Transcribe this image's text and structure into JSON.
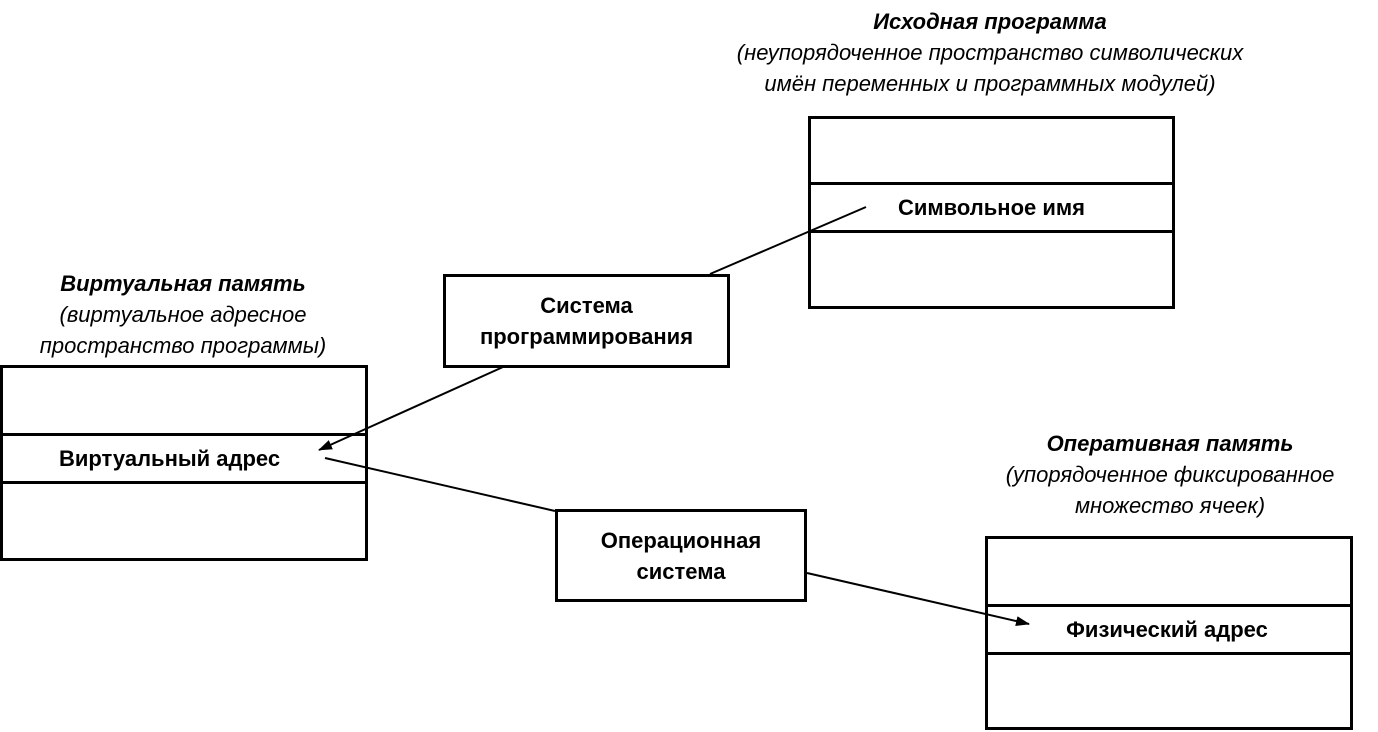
{
  "source_program": {
    "title": "Исходная программа",
    "subtitle_line1": "(неупорядоченное пространство символических",
    "subtitle_line2": "имён переменных и программных модулей)",
    "cell_label": "Символьное имя"
  },
  "virtual_memory": {
    "title": "Виртуальная память",
    "subtitle_line1": "(виртуальное адресное",
    "subtitle_line2": "пространство программы)",
    "cell_label": "Виртуальный адрес"
  },
  "physical_memory": {
    "title": "Оперативная память",
    "subtitle_line1": "(упорядоченное фиксированное",
    "subtitle_line2": "множество ячеек)",
    "cell_label": "Физический адрес"
  },
  "programming_system": {
    "line1": "Система",
    "line2": "программирования"
  },
  "operating_system": {
    "line1": "Операционная",
    "line2": "система"
  }
}
